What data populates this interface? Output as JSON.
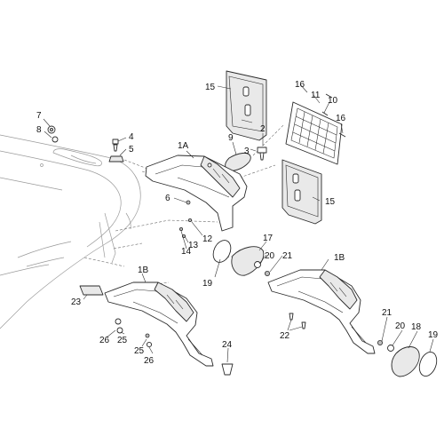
{
  "callouts": {
    "c1": "7",
    "c2": "8",
    "c3": "4",
    "c4": "5",
    "c5": "15",
    "c6": "16",
    "c7": "11",
    "c8": "10",
    "c9": "16",
    "c10": "1A",
    "c11": "9",
    "c12": "2",
    "c13": "3",
    "c14": "15",
    "c15": "6",
    "c16": "12",
    "c17": "13",
    "c18": "14",
    "c19": "17",
    "c20": "20",
    "c21": "21",
    "c22": "1B",
    "c23": "19",
    "c24": "1B",
    "c25": "23",
    "c26": "22",
    "c27": "26",
    "c28": "25",
    "c29": "25",
    "c30": "26",
    "c31": "24",
    "c32": "21",
    "c33": "20",
    "c34": "18",
    "c35": "19"
  }
}
